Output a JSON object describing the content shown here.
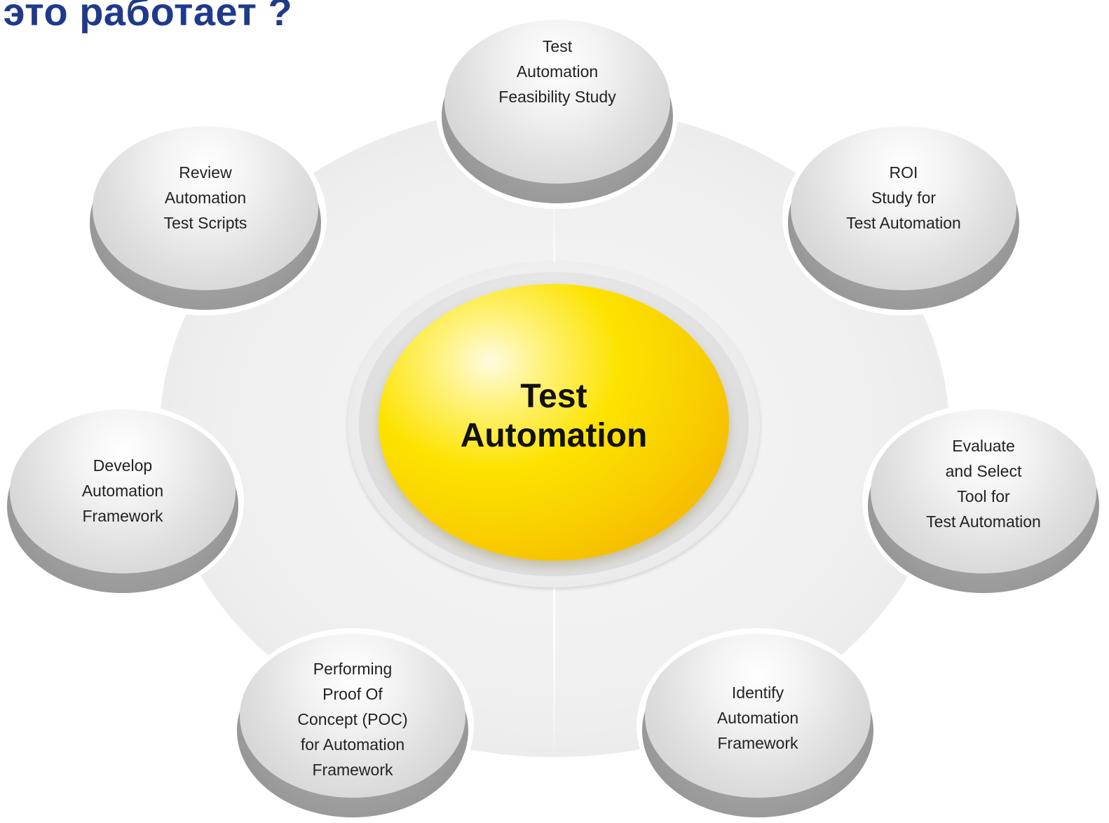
{
  "title": "к это работает ?",
  "center": {
    "line1": "Test",
    "line2": "Automation"
  },
  "nodes": [
    {
      "lines": [
        "Test",
        "Automation",
        "Feasibility Study"
      ]
    },
    {
      "lines": [
        "ROI",
        "Study for",
        "Test Automation"
      ]
    },
    {
      "lines": [
        "Evaluate",
        "and Select",
        "Tool for",
        "Test Automation"
      ]
    },
    {
      "lines": [
        "Identify",
        "Automation",
        "Framework"
      ]
    },
    {
      "lines": [
        "Performing",
        "Proof Of",
        "Concept (POC)",
        "for Automation",
        "Framework"
      ]
    },
    {
      "lines": [
        "Develop",
        "Automation",
        "Framework"
      ]
    },
    {
      "lines": [
        "Review",
        "Automation",
        "Test Scripts"
      ]
    }
  ],
  "colors": {
    "title": "#1f3a8a",
    "center_sphere": "#f9cf00",
    "node_gray": "#d6d6d6"
  }
}
